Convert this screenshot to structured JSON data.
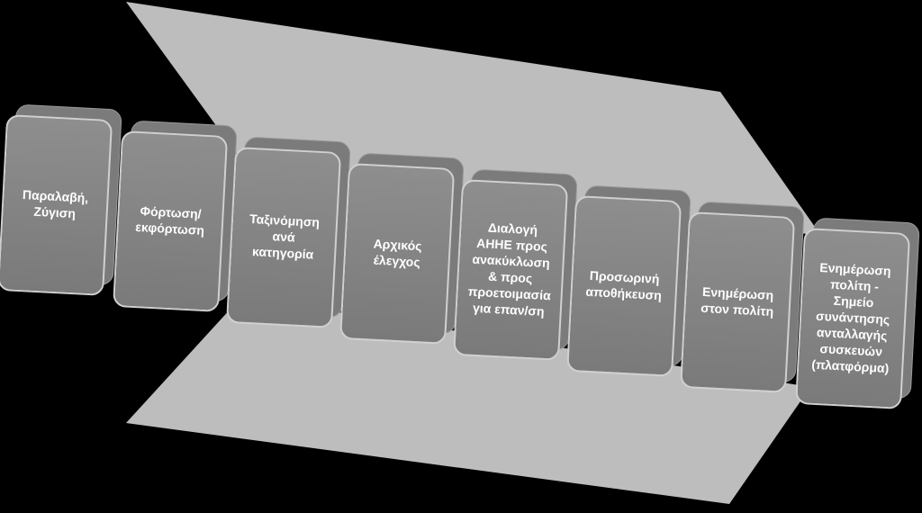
{
  "colors": {
    "background": "#000000",
    "panel": "#bdbdbd",
    "box_face": "#848484",
    "box_side": "#7b7b7b",
    "box_border": "#d0d0d0",
    "text": "#ffffff"
  },
  "steps": [
    {
      "label": "Παραλαβή,\nΖύγιση"
    },
    {
      "label": "Φόρτωση/\nεκφόρτωση"
    },
    {
      "label": "Ταξινόμηση\nανά\nκατηγορία"
    },
    {
      "label": "Αρχικός\nέλεγχος"
    },
    {
      "label": "Διαλογή\nΑΗΗΕ προς\nανακύκλωση\n& προς\nπροετοιμασία\nγια επαν/ση"
    },
    {
      "label": "Προσωρινή\nαποθήκευση"
    },
    {
      "label": "Ενημέρωση\nστον πολίτη"
    },
    {
      "label": "Ενημέρωση\nπολίτη -\nΣημείο\nσυνάντησης\nανταλλαγής\nσυσκευών\n(πλατφόρμα)"
    }
  ]
}
